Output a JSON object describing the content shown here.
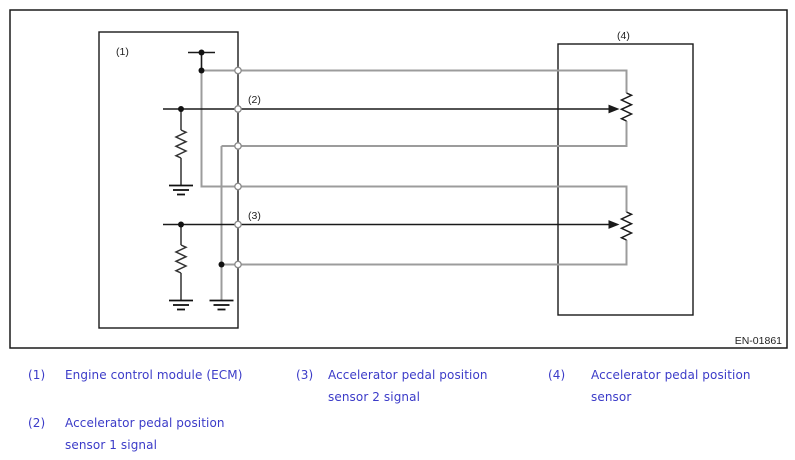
{
  "diagram": {
    "labels": {
      "ecm": "(1)",
      "sensor1_signal": "(2)",
      "sensor2_signal": "(3)",
      "sensor": "(4)"
    },
    "ref_code": "EN-01861",
    "colors": {
      "line_black": "#1a1a1a",
      "wire_gray": "#9c9c9c",
      "component_stroke": "#333333",
      "terminal_stroke": "#8a8a8a",
      "label_text": "#1f1f1f"
    }
  },
  "legend": {
    "text_color": "#3b3bc8",
    "items": [
      {
        "number": "(1)",
        "line1": "Engine control module (ECM)",
        "line2": ""
      },
      {
        "number": "(2)",
        "line1": "Accelerator pedal position",
        "line2": "sensor 1 signal"
      },
      {
        "number": "(3)",
        "line1": "Accelerator pedal position",
        "line2": "sensor 2 signal"
      },
      {
        "number": "(4)",
        "line1": "Accelerator pedal position",
        "line2": "sensor"
      }
    ]
  }
}
